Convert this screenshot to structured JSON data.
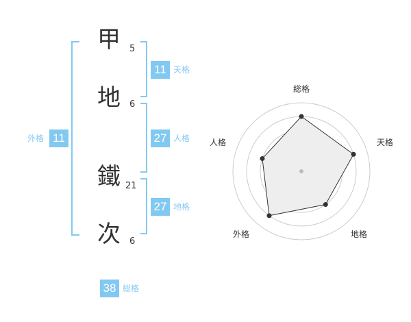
{
  "name_characters": [
    {
      "char": "甲",
      "strokes": "5"
    },
    {
      "char": "地",
      "strokes": "6"
    },
    {
      "char": "鐵",
      "strokes": "21"
    },
    {
      "char": "次",
      "strokes": "6"
    }
  ],
  "kaku": {
    "tenkaku": {
      "label": "天格",
      "value": "11"
    },
    "jinkaku": {
      "label": "人格",
      "value": "27"
    },
    "chikaku": {
      "label": "地格",
      "value": "27"
    },
    "gaikaku": {
      "label": "外格",
      "value": "11"
    },
    "soukaku": {
      "label": "総格",
      "value": "38"
    }
  },
  "colors": {
    "accent": "#82c9f2",
    "text": "#333333",
    "radar_fill": "#eeeeee",
    "ring": "#cccccc"
  },
  "chart_data": {
    "type": "radar",
    "categories": [
      "総格",
      "天格",
      "地格",
      "外格",
      "人格"
    ],
    "values": [
      4,
      4,
      3,
      4,
      3
    ],
    "range": [
      0,
      5
    ],
    "rings": 5
  }
}
